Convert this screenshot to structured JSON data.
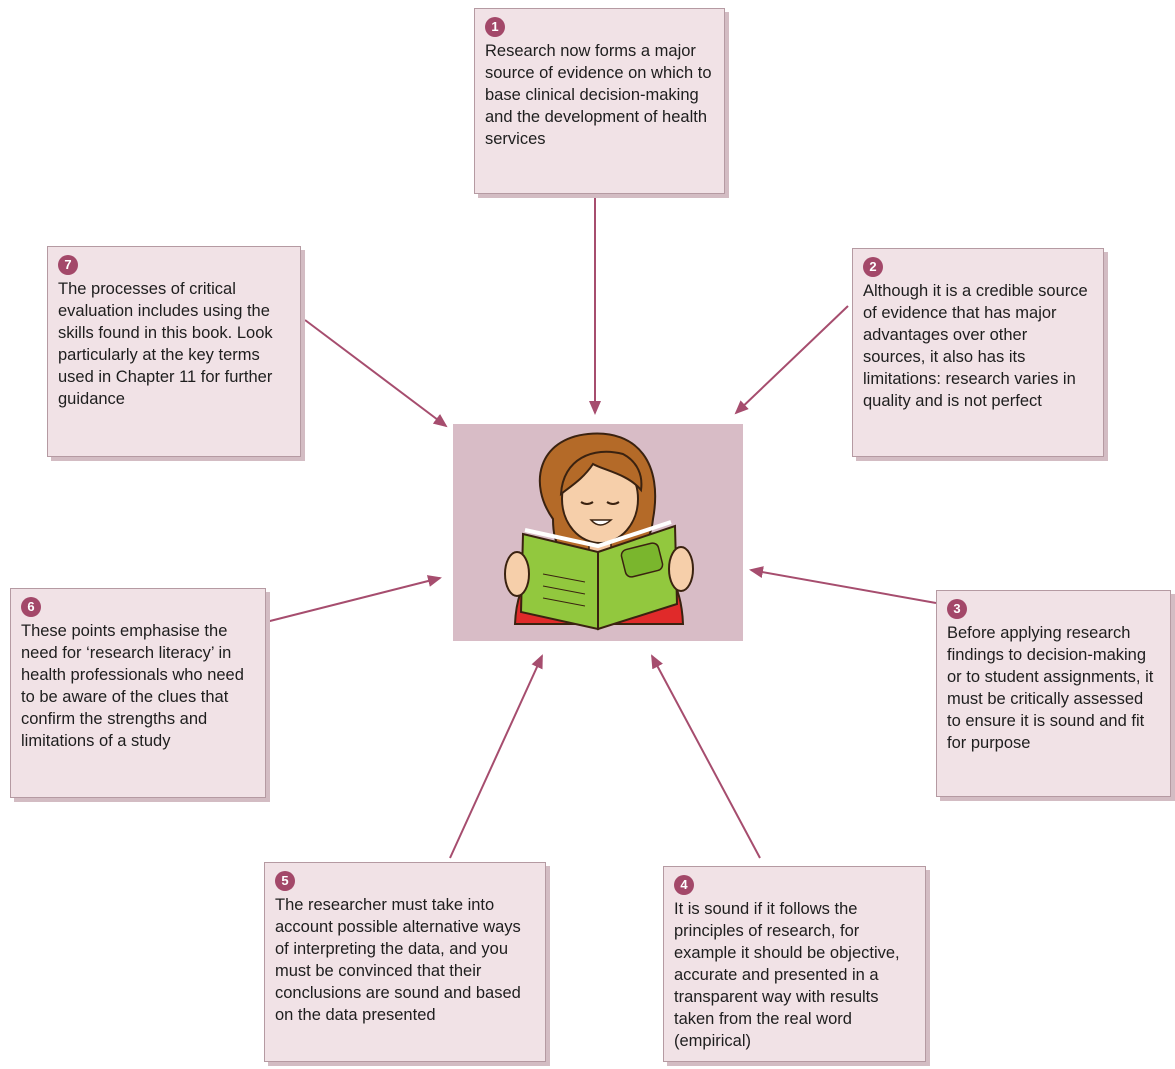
{
  "colors": {
    "box_fill": "#f1e2e6",
    "badge": "#a34869",
    "arrow": "#a64d6e",
    "center_panel": "#d8bcc6"
  },
  "boxes": [
    {
      "number": "1",
      "text": "Research now forms a major source of evidence on which to base clinical decision-making and the development of health services"
    },
    {
      "number": "2",
      "text": "Although it is a credible source of evidence that has major advantages over other sources, it also has its limitations: research varies in quality and is not perfect"
    },
    {
      "number": "3",
      "text": "Before applying research findings to decision-making or to student assignments, it must be critically assessed to ensure it is sound and fit for purpose"
    },
    {
      "number": "4",
      "text": "It is sound if it follows the principles of research, for example it should be objective, accurate and presented in a transparent way with results taken from the real word (empirical)"
    },
    {
      "number": "5",
      "text": "The researcher must take into account possible alternative ways of interpreting the data, and you must be convinced that their conclusions are sound and based on the data presented"
    },
    {
      "number": "6",
      "text": "These points emphasise the need for ‘research literacy’ in health professionals who need to be aware of the clues that confirm the strengths and limitations of a study"
    },
    {
      "number": "7",
      "text": "The processes of critical evaluation includes using the skills found in this book. Look particularly at the key terms used in Chapter 11 for further guidance"
    }
  ],
  "center_image": {
    "icon": "woman-reading-book-icon"
  }
}
